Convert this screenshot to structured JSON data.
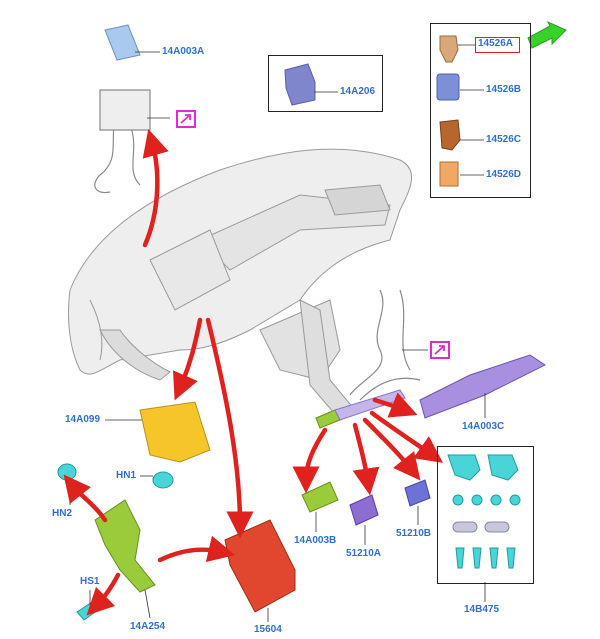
{
  "parts": {
    "p14A003A": "14A003A",
    "p14A206": "14A206",
    "p14526A": "14526A",
    "p14526B": "14526B",
    "p14526C": "14526C",
    "p14526D": "14526D",
    "p14A099": "14A099",
    "HN1": "HN1",
    "HN2": "HN2",
    "HS1": "HS1",
    "p14A254": "14A254",
    "p15604": "15604",
    "p14A003B": "14A003B",
    "p51210A": "51210A",
    "p51210B": "51210B",
    "p14A003C": "14A003C",
    "p14B475": "14B475"
  },
  "colors": {
    "label": "#2f6fd1",
    "arrow": "#e0221f",
    "highlight_arrow": "#39d02a",
    "callout_icon": "#e02bd0"
  },
  "icons": {
    "link_icon": "pink-external-link-icon",
    "pointer": "green-pointer-arrow"
  }
}
